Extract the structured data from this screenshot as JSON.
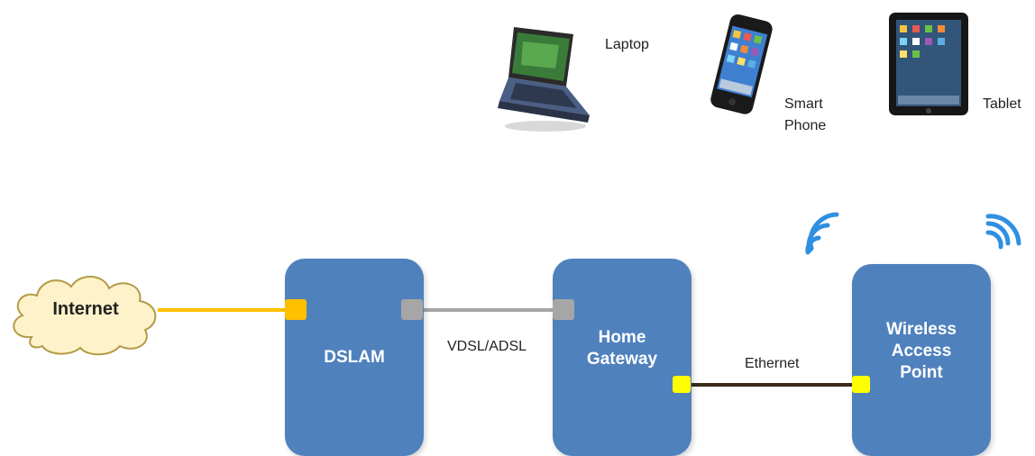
{
  "nodes": {
    "internet": "Internet",
    "dslam": "DSLAM",
    "home_gateway": "Home\nGateway",
    "wireless_ap": "Wireless\nAccess\nPoint"
  },
  "links": {
    "vdsl": "VDSL/ADSL",
    "ethernet": "Ethernet"
  },
  "devices": {
    "laptop": "Laptop",
    "smartphone": "Smart\nPhone",
    "tablet": "Tablet"
  },
  "colors": {
    "box": "#4f81bd",
    "cloud_fill": "#fdf2c9",
    "cloud_stroke": "#b39a45",
    "internet_link": "#ffc000",
    "dsl_link": "#a6a6a6",
    "ethernet_link": "#3a2a1a",
    "ethernet_port": "#ffff00",
    "wifi": "#2f8fe0"
  }
}
